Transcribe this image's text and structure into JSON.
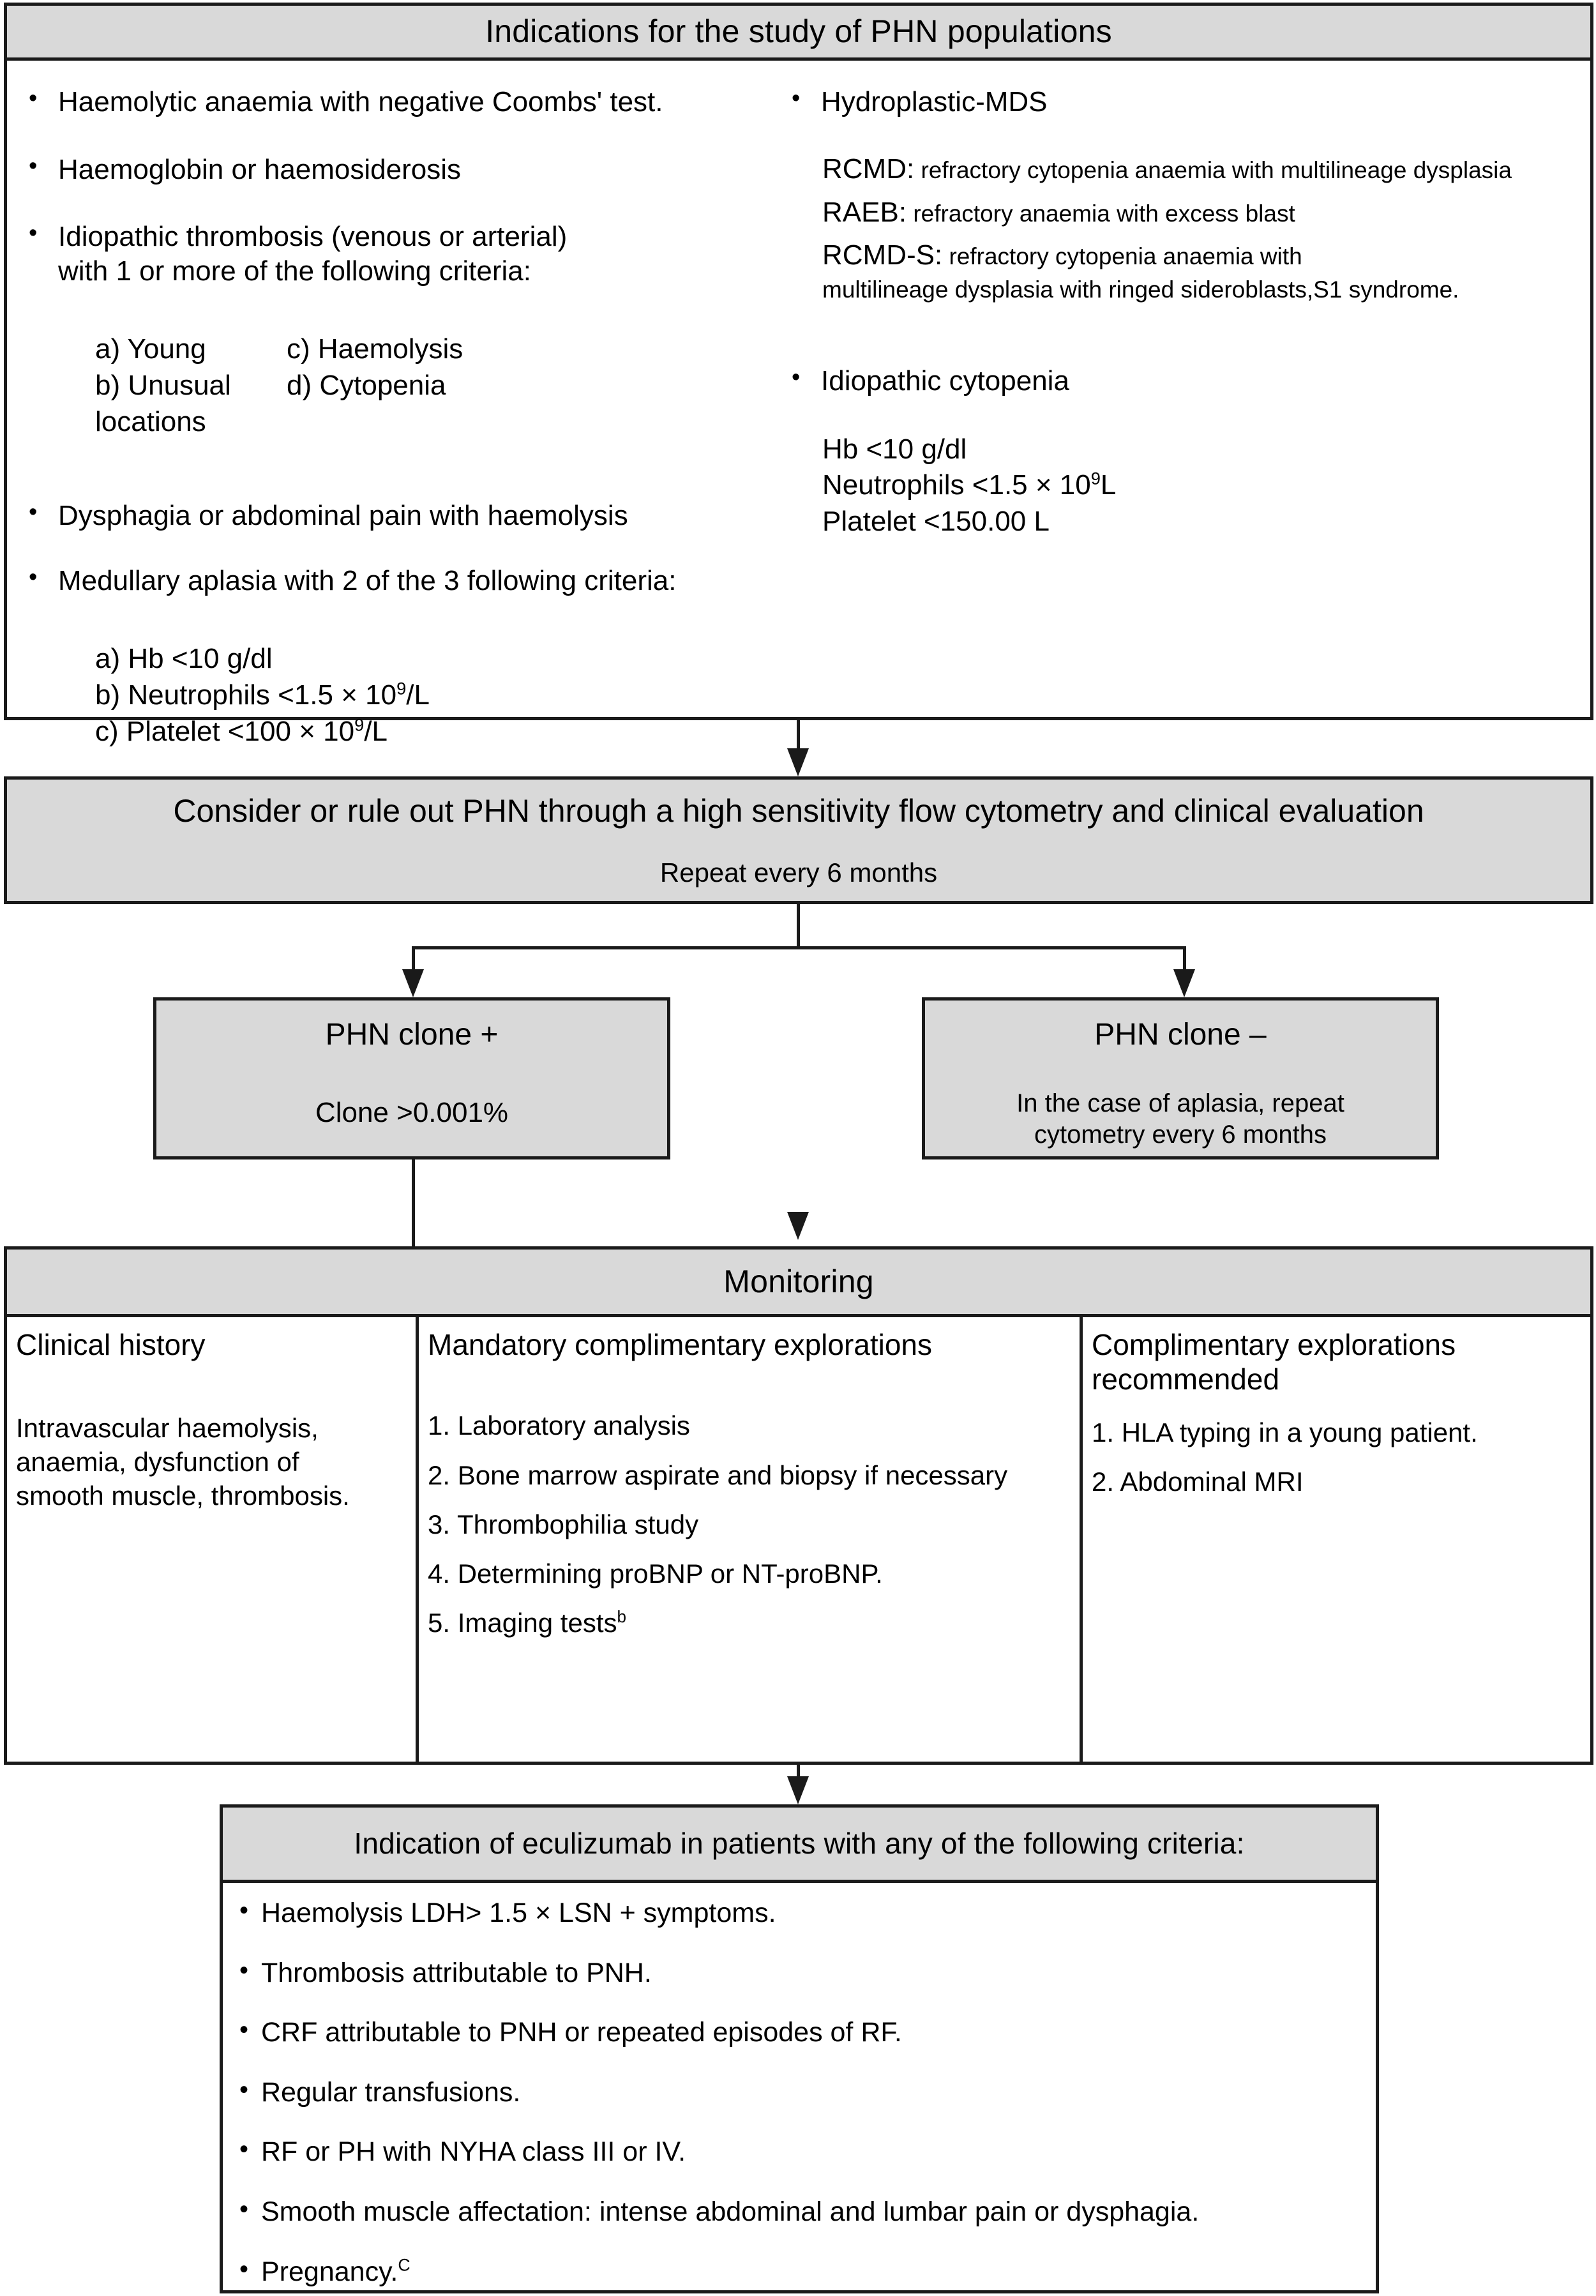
{
  "indications": {
    "header_title": "Indications for the study of PHN populations",
    "left_column": {
      "bullets": [
        "Haemolytic anaemia with negative Coombs' test.",
        "Haemoglobin or haemosiderosis"
      ],
      "thrombosis_bullet_line1": "Idiopathic thrombosis (venous or arterial)",
      "thrombosis_bullet_line2": "with 1 or more of the following criteria:",
      "thrombosis_criteria": [
        {
          "left": "a) Young",
          "right": "c) Haemolysis"
        },
        {
          "left": "b) Unusual locations",
          "right": "d) Cytopenia"
        }
      ],
      "dysphagia_bullet": "Dysphagia or abdominal pain with haemolysis",
      "aplasia_bullet": "Medullary aplasia with 2 of the 3 following criteria:",
      "aplasia_criteria": [
        {
          "prefix": "a) Hb <10 g/dl",
          "sup": "",
          "suffix": ""
        },
        {
          "prefix": "b) Neutrophils <1.5 × 10",
          "sup": "9",
          "suffix": "/L"
        },
        {
          "prefix": "c) Platelet <100 × 10",
          "sup": "9",
          "suffix": "/L"
        }
      ]
    },
    "right_column": {
      "mds_bullet": "Hydroplastic-MDS",
      "mds_definitions": [
        {
          "abbr": "RCMD:",
          "text": " refractory cytopenia anaemia with multilineage dysplasia"
        },
        {
          "abbr": "RAEB:",
          "text": " refractory anaemia with excess blast"
        },
        {
          "abbr": "RCMD-S:",
          "text": " refractory cytopenia anaemia with"
        }
      ],
      "mds_definition_wrap": "multilineage dysplasia with ringed sideroblasts,S1 syndrome.",
      "cytopenia_bullet": "Idiopathic cytopenia",
      "cytopenia_values": [
        {
          "prefix": "Hb <10 g/dl",
          "sup": "",
          "suffix": ""
        },
        {
          "prefix": "Neutrophils <1.5 × 10",
          "sup": "9",
          "suffix": "L"
        },
        {
          "prefix": "Platelet <150.00 L",
          "sup": "",
          "suffix": ""
        }
      ]
    }
  },
  "consider": {
    "title": "Consider or rule out PHN through a high sensitivity flow cytometry and clinical evaluation",
    "subtitle": "Repeat every 6 months"
  },
  "clone_positive": {
    "title": "PHN clone +",
    "subtitle": "Clone >0.001%"
  },
  "clone_negative": {
    "title": "PHN clone –",
    "subtitle_line1": "In the case of aplasia, repeat",
    "subtitle_line2": "cytometry every 6 months"
  },
  "monitoring": {
    "header_title": "Monitoring",
    "column1": {
      "title": "Clinical history",
      "text_line1": "Intravascular haemolysis,",
      "text_line2": "anaemia, dysfunction of",
      "text_line3": "smooth muscle, thrombosis."
    },
    "column2": {
      "title": "Mandatory complimentary explorations",
      "items": [
        {
          "text": "1. Laboratory analysis",
          "sup": ""
        },
        {
          "text": "2. Bone marrow aspirate and biopsy if necessary",
          "sup": ""
        },
        {
          "text": "3. Thrombophilia study",
          "sup": ""
        },
        {
          "text": "4. Determining proBNP or NT-proBNP.",
          "sup": ""
        },
        {
          "text": "5. Imaging tests",
          "sup": "b"
        }
      ]
    },
    "column3": {
      "title_line1": "Complimentary explorations",
      "title_line2": "recommended",
      "items": [
        {
          "text": "1. HLA typing in a young patient.",
          "sup": ""
        },
        {
          "text": "2. Abdominal MRI",
          "sup": ""
        }
      ]
    }
  },
  "eculizumab": {
    "header_title": "Indication of eculizumab in patients with any of the following criteria:",
    "criteria": [
      {
        "text": "Haemolysis LDH> 1.5 × LSN + symptoms.",
        "sup": ""
      },
      {
        "text": "Thrombosis attributable to PNH.",
        "sup": ""
      },
      {
        "text": "CRF attributable to PNH or repeated episodes of RF.",
        "sup": ""
      },
      {
        "text": " Regular transfusions.",
        "sup": ""
      },
      {
        "text": "RF or PH with NYHA class III or IV.",
        "sup": ""
      },
      {
        "text": "Smooth muscle affectation: intense abdominal and lumbar pain or dysphagia.",
        "sup": ""
      },
      {
        "text": "Pregnancy.",
        "sup": "C"
      }
    ]
  },
  "colors": {
    "header_fill": "#d9d9d9",
    "border": "#1a1a1a",
    "body_fill": "#ffffff"
  }
}
